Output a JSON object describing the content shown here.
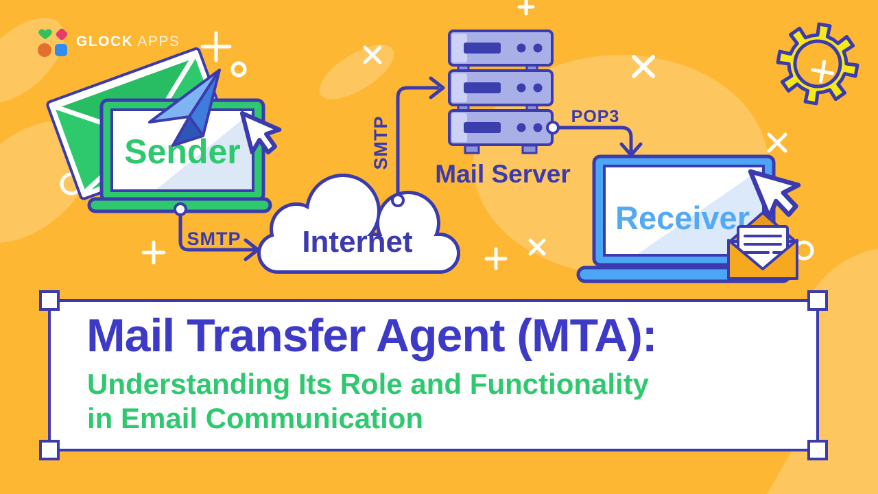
{
  "brand": {
    "primary": "GLOCK",
    "secondary": "APPS"
  },
  "diagram": {
    "sender": {
      "label": "Sender"
    },
    "internet": {
      "label": "Internet"
    },
    "mail_server": {
      "label": "Mail Server"
    },
    "receiver": {
      "label": "Receiver"
    },
    "protocols": {
      "smtp_sender": "SMTP",
      "smtp_server": "SMTP",
      "pop3": "POP3"
    }
  },
  "banner": {
    "title": "Mail Transfer Agent (MTA):",
    "subtitle_line1": "Understanding Its Role and Functionality",
    "subtitle_line2": "in Email Communication"
  },
  "colors": {
    "background": "#fdb733",
    "background_blob": "#fdc65e",
    "outline_blue": "#3b3aae",
    "title_blue": "#3e3ac8",
    "accent_green": "#2ec96f",
    "server_fill": "#a9b0e8",
    "receiver_blue": "#4da6f3",
    "gear_yellow": "#f7e919",
    "envelope_orange": "#f2a21f",
    "plane_blue": "#3f7ddd",
    "white": "#ffffff"
  }
}
